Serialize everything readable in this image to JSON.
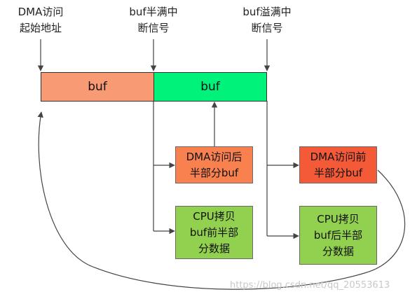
{
  "labels": {
    "dma_access_start": "DMA访问\n起始地址",
    "half_full_interrupt": "buf半满中\n断信号",
    "overflow_interrupt": "buf溢满中\n断信号"
  },
  "buffer": {
    "first_half": "buf",
    "second_half": "buf"
  },
  "boxes": {
    "dma_access_second_half": "DMA访问后\n半部分buf",
    "cpu_copy_first_half": "CPU拷贝\nbuf前半部\n分数据",
    "dma_access_first_half": "DMA访问前\n半部分buf",
    "cpu_copy_second_half": "CPU拷贝\nbuf后半部\n分数据"
  },
  "colors": {
    "first_half_fill": "#f89a74",
    "second_half_fill": "#00f27a",
    "dma_second_half_fill": "#f8814f",
    "dma_first_half_fill": "#f45a38",
    "cpu_copy_fill": "#92d050"
  },
  "watermark": "https://blog.csdn.net/qq_20553613"
}
